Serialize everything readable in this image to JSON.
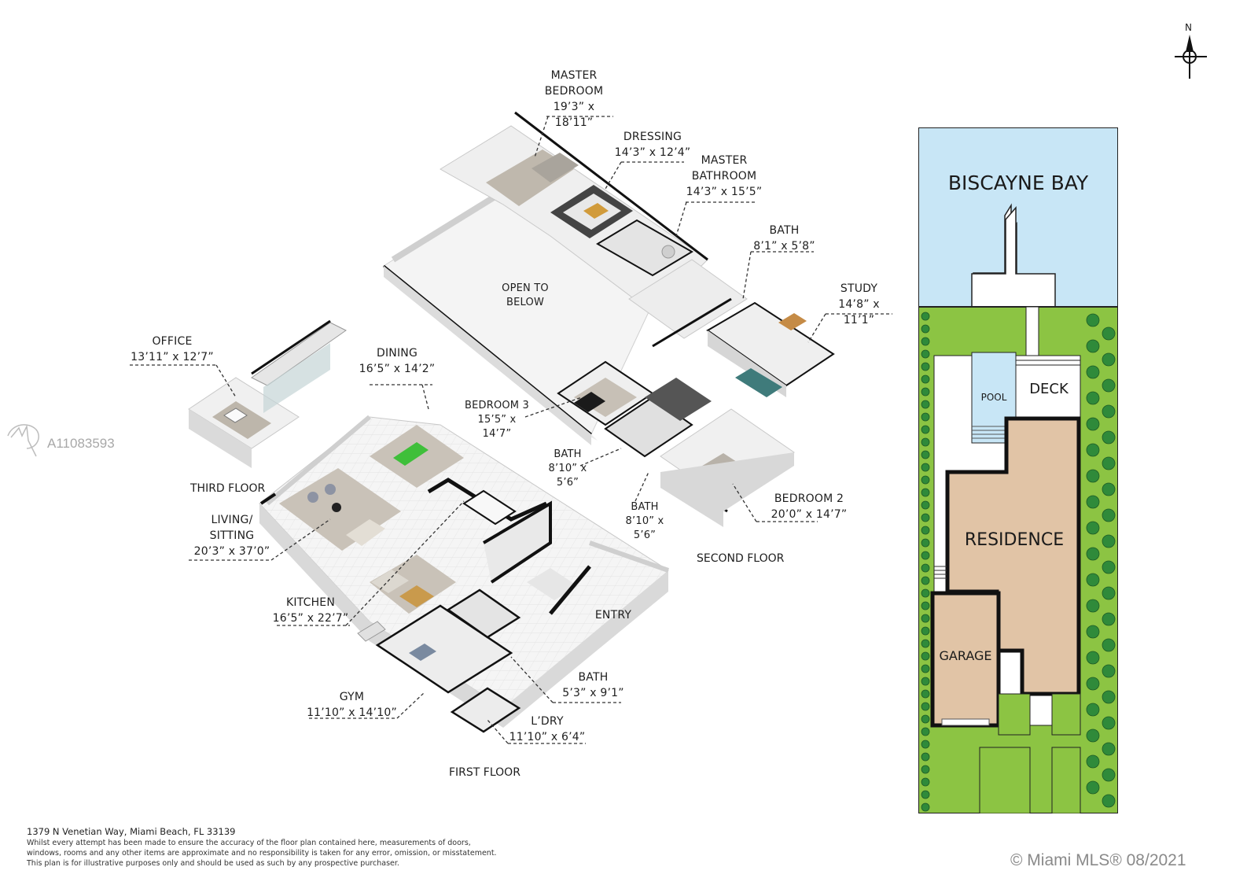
{
  "colors": {
    "water": "#c8e6f6",
    "lawn": "#8cc443",
    "tree": "#2f8a3a",
    "residence": "#e1c4a6",
    "floor_light": "#f3f3f3",
    "wall_dark": "#111111",
    "rug": "#c9c2b8"
  },
  "compass": {
    "label": "N",
    "icon": "north-arrow-icon"
  },
  "watermark": {
    "mls_id": "A11083593",
    "icon": "miami-mls-logo-icon"
  },
  "floors": {
    "third": "THIRD FLOOR",
    "second": "SECOND FLOOR",
    "first": "FIRST FLOOR"
  },
  "rooms": {
    "master_bedroom": {
      "name_line1": "MASTER",
      "name_line2": "BEDROOM",
      "dim": "19’3” x 18’11”"
    },
    "dressing": {
      "name": "DRESSING",
      "dim": "14’3” x 12’4”"
    },
    "master_bathroom": {
      "name_line1": "MASTER",
      "name_line2": "BATHROOM",
      "dim": "14’3” x 15’5”"
    },
    "bath_upper": {
      "name": "BATH",
      "dim": "8’1” x 5’8”"
    },
    "study": {
      "name": "STUDY",
      "dim": "14’8” x 11’1”"
    },
    "open_to_below": {
      "line1": "OPEN TO",
      "line2": "BELOW"
    },
    "office": {
      "name": "OFFICE",
      "dim": "13’11” x 12’7”"
    },
    "dining": {
      "name": "DINING",
      "dim": "16’5” x 14’2”"
    },
    "bedroom3": {
      "name": "BEDROOM 3",
      "dim": "15’5” x 14’7”"
    },
    "bath_b3": {
      "name": "BATH",
      "dim": "8’10” x 5’6”"
    },
    "bath_b2": {
      "name": "BATH",
      "dim": "8’10” x 5’6”"
    },
    "bedroom2": {
      "name": "BEDROOM 2",
      "dim": "20’0” x 14’7”"
    },
    "living": {
      "name_line1": "LIVING/",
      "name_line2": "SITTING",
      "dim": "20’3” x 37’0”"
    },
    "kitchen": {
      "name": "KITCHEN",
      "dim": "16’5” x 22’7”"
    },
    "entry": {
      "name": "ENTRY"
    },
    "bath_first": {
      "name": "BATH",
      "dim": "5’3” x 9’1”"
    },
    "gym": {
      "name": "GYM",
      "dim": "11’10” x 14’10”"
    },
    "laundry": {
      "name": "L’DRY",
      "dim": "11’10” x 6’4”"
    }
  },
  "site_plan": {
    "water": "BISCAYNE BAY",
    "pool": "POOL",
    "deck": "DECK",
    "residence": "RESIDENCE",
    "garage": "GARAGE"
  },
  "footer": {
    "address": "1379 N Venetian Way, Miami Beach, FL 33139",
    "disclaimer_1": "Whilst every attempt has been made to ensure the accuracy of the floor plan contained here, measurements of doors,",
    "disclaimer_2": "windows, rooms and any other items are approximate and no responsibility is taken for any error, omission, or misstatement.",
    "disclaimer_3": "This plan is for illustrative purposes only and should be used as such by any prospective purchaser.",
    "copyright": "© Miami MLS® 08/2021"
  }
}
